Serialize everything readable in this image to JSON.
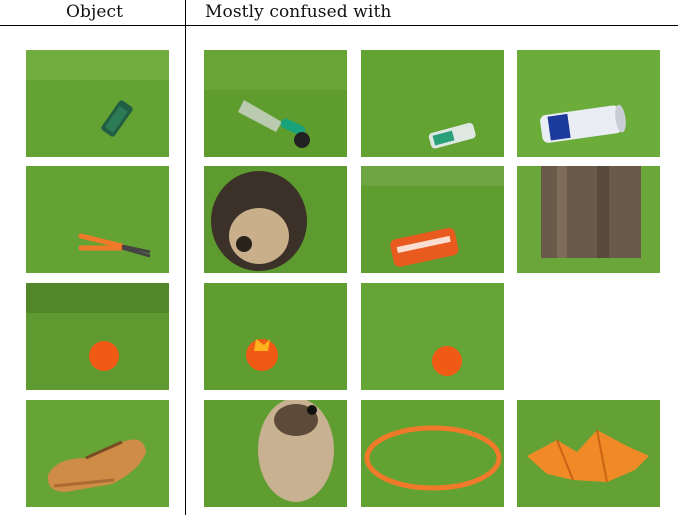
{
  "header": {
    "object_label": "Object",
    "confused_label": "Mostly confused with"
  },
  "rows": [
    {
      "object": {
        "subject": "cordless-phone",
        "icon": "phone-icon"
      },
      "confused_with": [
        {
          "subject": "garden-trowel",
          "icon": "trowel-icon"
        },
        {
          "subject": "mobile-phone",
          "icon": "phone-icon"
        },
        {
          "subject": "drink-can",
          "icon": "can-icon"
        }
      ]
    },
    {
      "object": {
        "subject": "pliers",
        "icon": "pliers-icon"
      },
      "confused_with": [
        {
          "subject": "dog",
          "icon": "dog-icon"
        },
        {
          "subject": "crushed-soda-can",
          "icon": "can-icon"
        },
        {
          "subject": "tree-stump",
          "icon": "stump-icon"
        }
      ]
    },
    {
      "object": {
        "subject": "orange-ball",
        "icon": "ball-icon"
      },
      "confused_with": [
        {
          "subject": "orange-toy",
          "icon": "toy-icon"
        },
        {
          "subject": "orange-ball",
          "icon": "ball-icon"
        }
      ]
    },
    {
      "object": {
        "subject": "shoe",
        "icon": "shoe-icon"
      },
      "confused_with": [
        {
          "subject": "dog",
          "icon": "dog-icon"
        },
        {
          "subject": "hoop",
          "icon": "hoop-icon"
        },
        {
          "subject": "leaves",
          "icon": "leaves-icon"
        }
      ]
    }
  ],
  "colors": {
    "grass": "#66a336",
    "grass_dark": "#4e8a2a",
    "orange": "#f05a14",
    "line": "#000000"
  }
}
